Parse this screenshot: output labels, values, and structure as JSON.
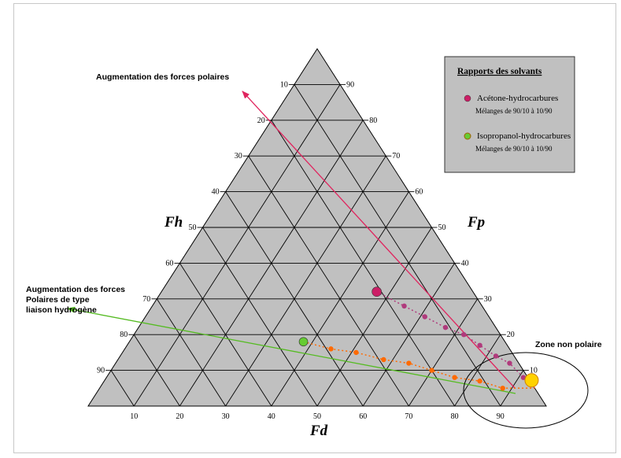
{
  "diagram": {
    "axes": {
      "fh": "Fh",
      "fp": "Fp",
      "fd": "Fd"
    },
    "tick_labels": [
      "10",
      "20",
      "30",
      "40",
      "50",
      "60",
      "70",
      "80",
      "90"
    ],
    "annotations": {
      "polar": "Augmentation des forces polaires",
      "hbond": [
        "Augmentation des forces",
        "Polaires de type",
        "liaison hydrogène"
      ],
      "nonpolar": "Zone non polaire"
    },
    "legend": {
      "title": "Rapports des solvants",
      "items": [
        {
          "label": "Acétone-hydrocarbures",
          "sub": "Mélanges de 90/10 à 10/90",
          "color": "#cc1e66"
        },
        {
          "label": "Isopropanol-hydrocarbures",
          "sub": "Mélanges de 90/10 à 10/90",
          "color": "#66cc33"
        }
      ]
    },
    "colors": {
      "triangle_fill": "#c0c0c0",
      "polar_arrow": "#e0245e",
      "hbond_arrow": "#55bb22",
      "acetone_points": "#b03a7c",
      "isopropanol_points": "#ff6a00",
      "pure_solvent_point": "#ffd200"
    }
  },
  "chart_data": {
    "type": "scatter",
    "coordinate_system": "ternary (Fd, Fp, Fh) in %",
    "series": [
      {
        "name": "Acétone-hydrocarbures",
        "points": [
          {
            "fd": 47,
            "fp": 32,
            "fh": 21
          },
          {
            "fd": 55,
            "fp": 28,
            "fh": 17
          },
          {
            "fd": 61,
            "fp": 25,
            "fh": 14
          },
          {
            "fd": 67,
            "fp": 22,
            "fh": 11
          },
          {
            "fd": 72,
            "fp": 20,
            "fh": 8
          },
          {
            "fd": 77,
            "fp": 17,
            "fh": 6
          },
          {
            "fd": 82,
            "fp": 14,
            "fh": 4
          },
          {
            "fd": 86,
            "fp": 12,
            "fh": 2
          },
          {
            "fd": 91,
            "fp": 8,
            "fh": 1
          },
          {
            "fd": 95,
            "fp": 5,
            "fh": 0
          }
        ]
      },
      {
        "name": "Isopropanol-hydrocarbures",
        "points": [
          {
            "fd": 38,
            "fp": 18,
            "fh": 44
          },
          {
            "fd": 45,
            "fp": 16,
            "fh": 39
          },
          {
            "fd": 51,
            "fp": 15,
            "fh": 34
          },
          {
            "fd": 58,
            "fp": 13,
            "fh": 29
          },
          {
            "fd": 64,
            "fp": 12,
            "fh": 24
          },
          {
            "fd": 70,
            "fp": 10,
            "fh": 20
          },
          {
            "fd": 76,
            "fp": 8,
            "fh": 16
          },
          {
            "fd": 82,
            "fp": 7,
            "fh": 11
          },
          {
            "fd": 88,
            "fp": 5,
            "fh": 7
          },
          {
            "fd": 95,
            "fp": 5,
            "fh": 0
          }
        ]
      }
    ]
  }
}
